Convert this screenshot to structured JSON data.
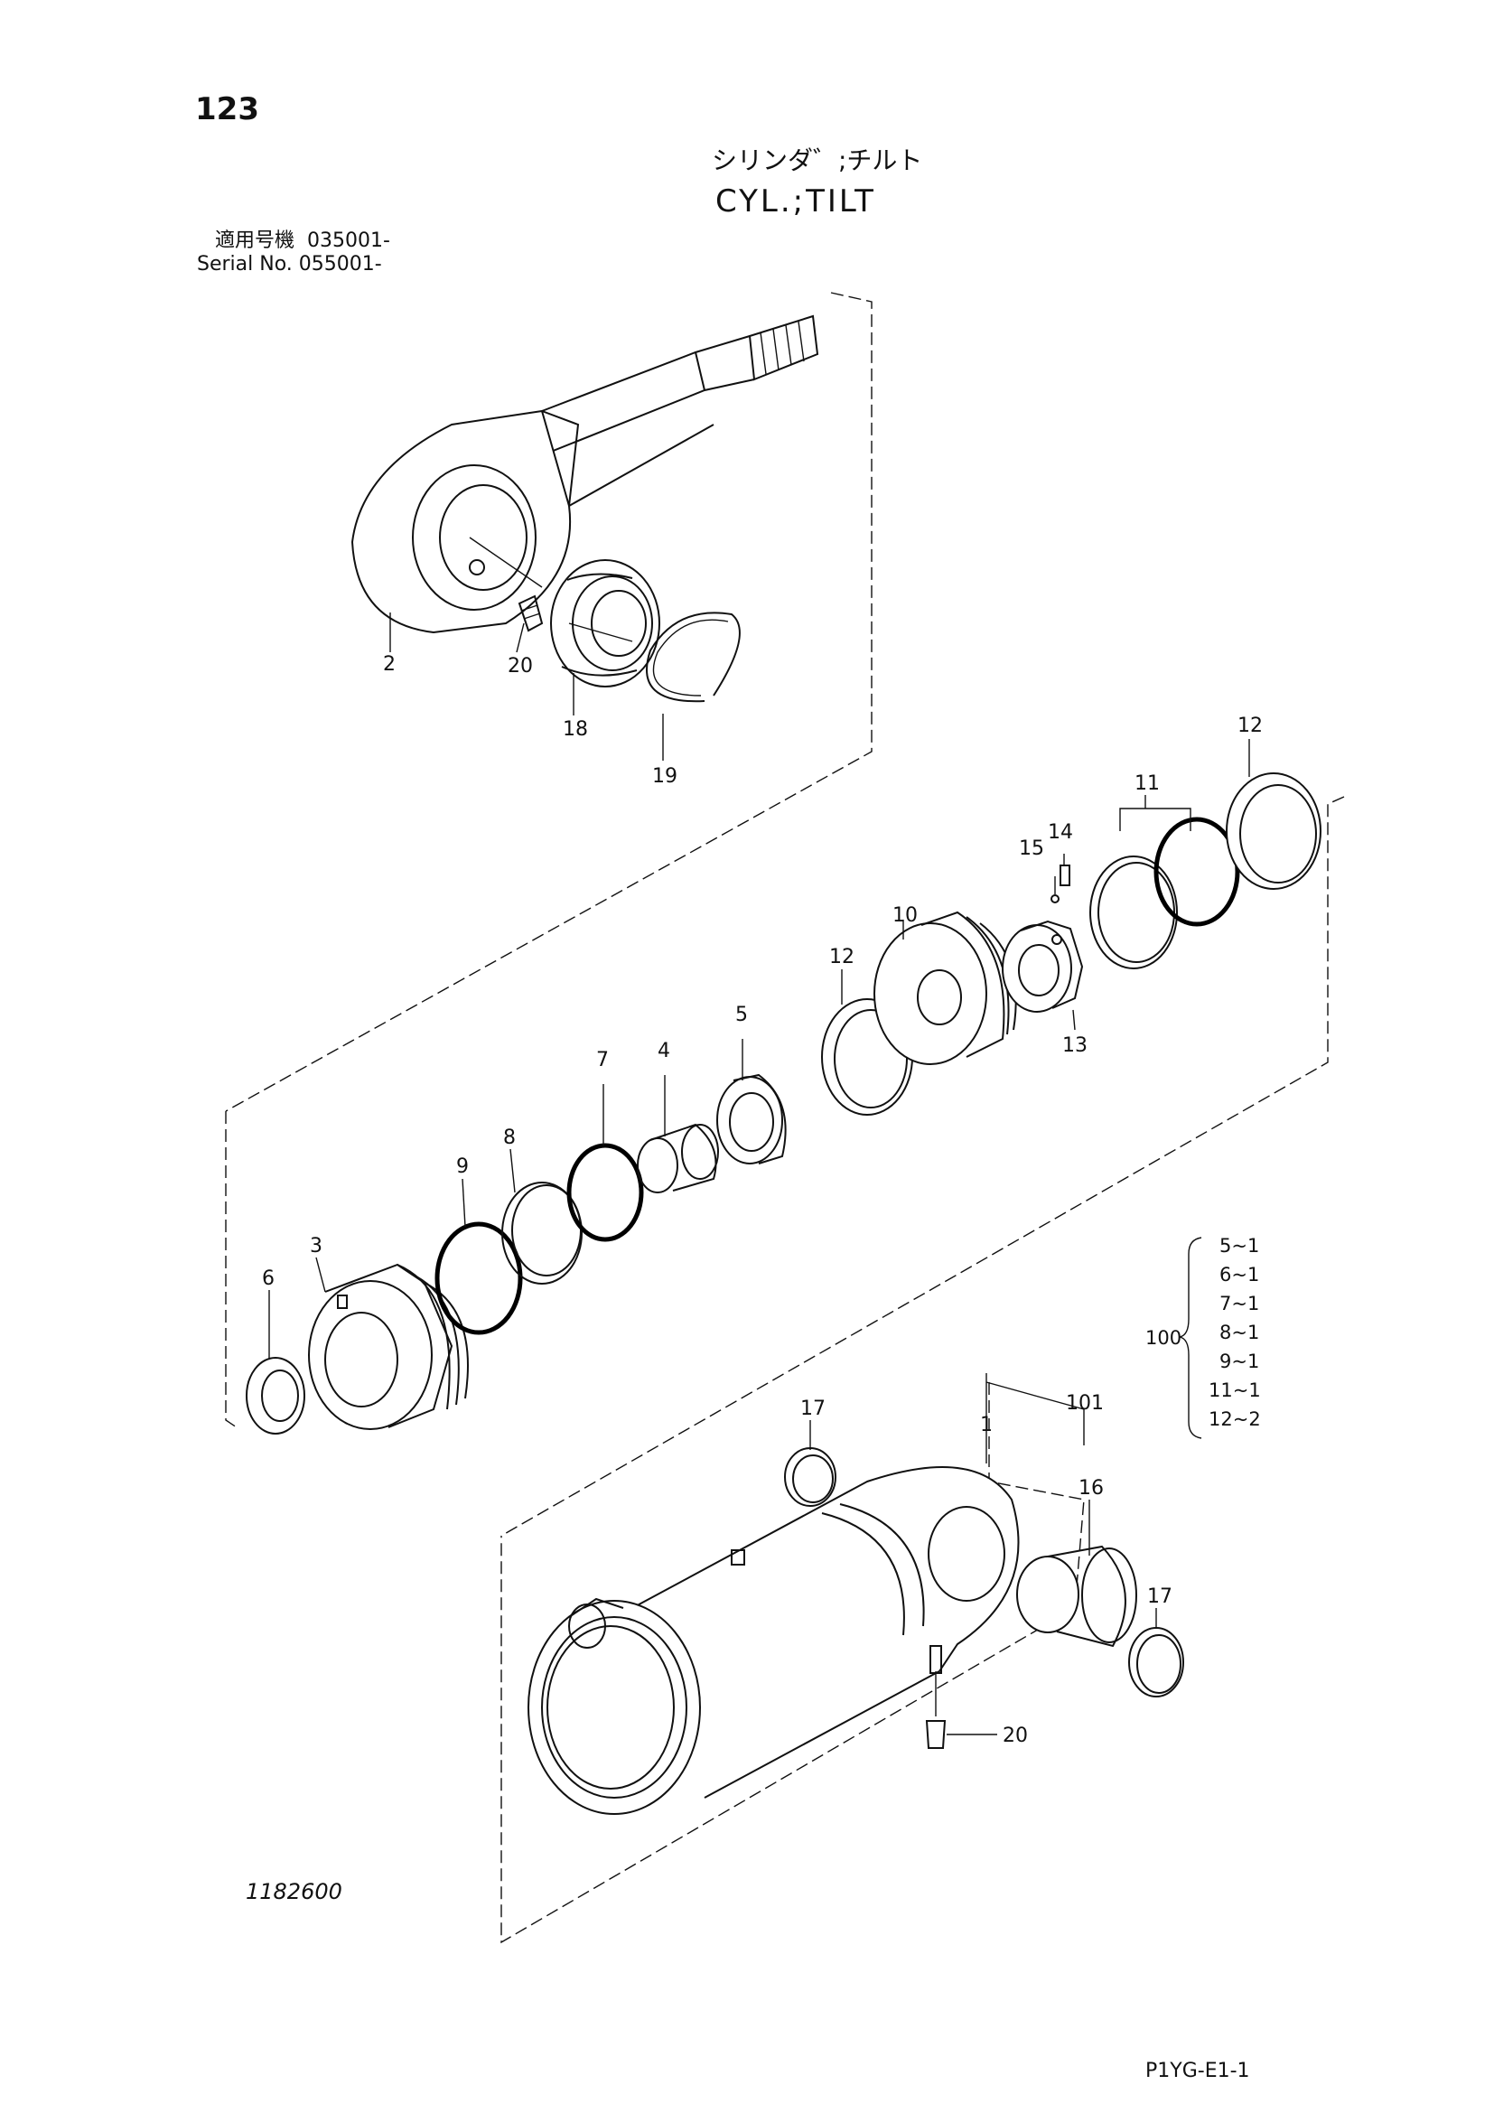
{
  "header": {
    "page_number": "123",
    "title_jp": "シリンダ゛;チルト",
    "title_en": "CYL.;TILT",
    "serial_line_1": "適用号機  035001-",
    "serial_line_2": "Serial No. 055001-"
  },
  "callouts": {
    "c1": "1",
    "c2": "2",
    "c3": "3",
    "c4": "4",
    "c5": "5",
    "c6": "6",
    "c7": "7",
    "c8": "8",
    "c9": "9",
    "c10": "10",
    "c11": "11",
    "c12a": "12",
    "c12b": "12",
    "c13": "13",
    "c14": "14",
    "c15": "15",
    "c16": "16",
    "c17a": "17",
    "c17b": "17",
    "c18": "18",
    "c19": "19",
    "c20a": "20",
    "c20b": "20",
    "c101": "101"
  },
  "kit": {
    "number": "100",
    "items": [
      "5~1",
      "6~1",
      "7~1",
      "8~1",
      "9~1",
      "11~1",
      "12~2"
    ]
  },
  "footer": {
    "drawing_number": "1182600",
    "page_code": "P1YG-E1-1"
  }
}
